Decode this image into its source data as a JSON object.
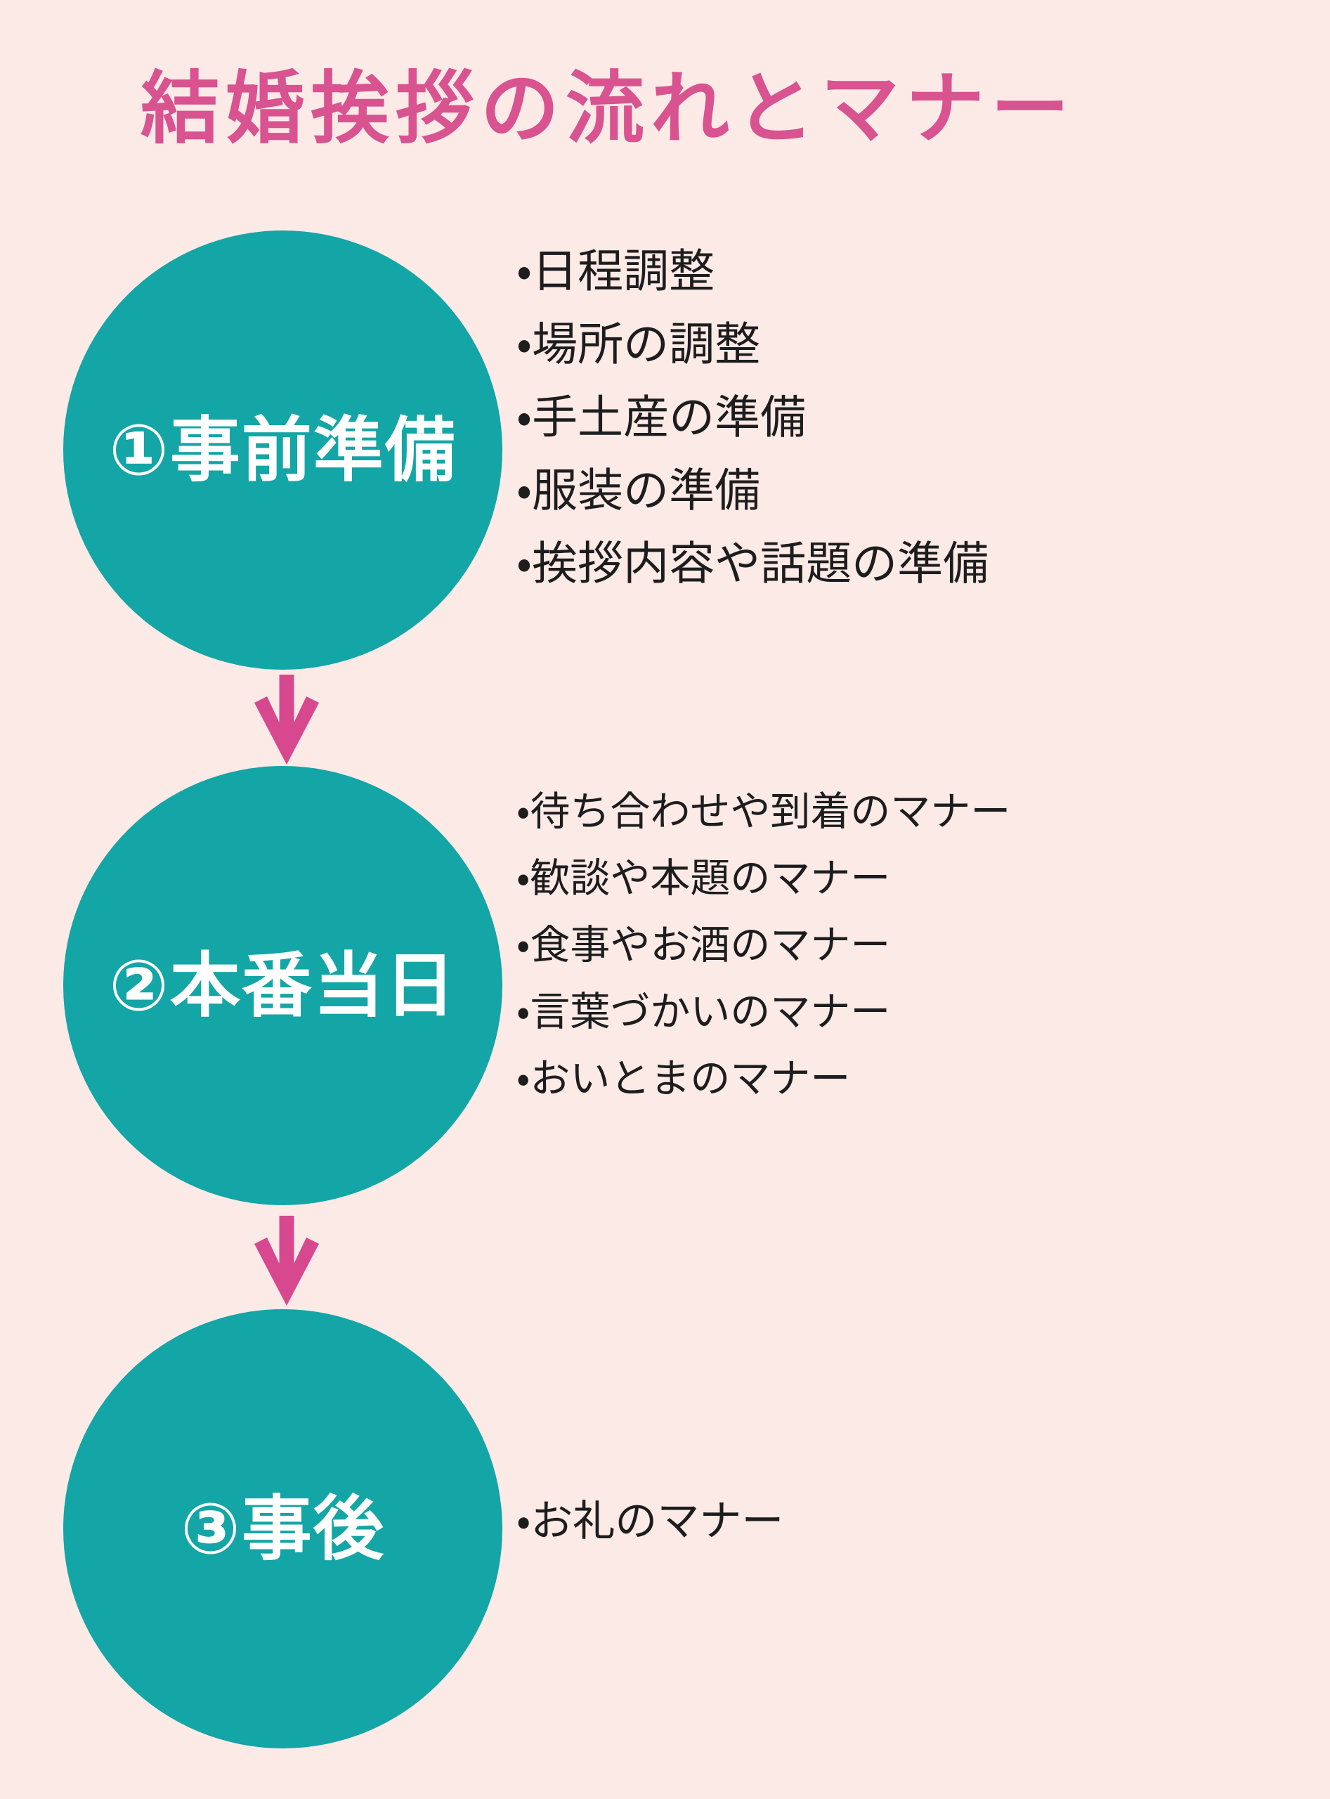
{
  "title": "結婚挨拶の流れとマナー",
  "steps": [
    {
      "label": "①事前準備",
      "items": [
        "・日程調整",
        "・場所の調整",
        "・手土産の準備",
        "・服装の準備",
        "・挨拶内容や話題の準備"
      ]
    },
    {
      "label": "②本番当日",
      "items": [
        "・待ち合わせや到着のマナー",
        "・歓談や本題のマナー",
        "・食事やお酒のマナー",
        "・言葉づかいのマナー",
        "・おいとまのマナー"
      ]
    },
    {
      "label": "③事後",
      "items": [
        "・お礼のマナー"
      ]
    }
  ],
  "icons": {
    "down_arrow": "down-arrow"
  },
  "colors": {
    "background": "#fceae7",
    "circle": "#14a5a6",
    "circle_text": "#ffffff",
    "title": "#d8538f",
    "arrow": "#d8488f",
    "text": "#1d1d1d"
  }
}
